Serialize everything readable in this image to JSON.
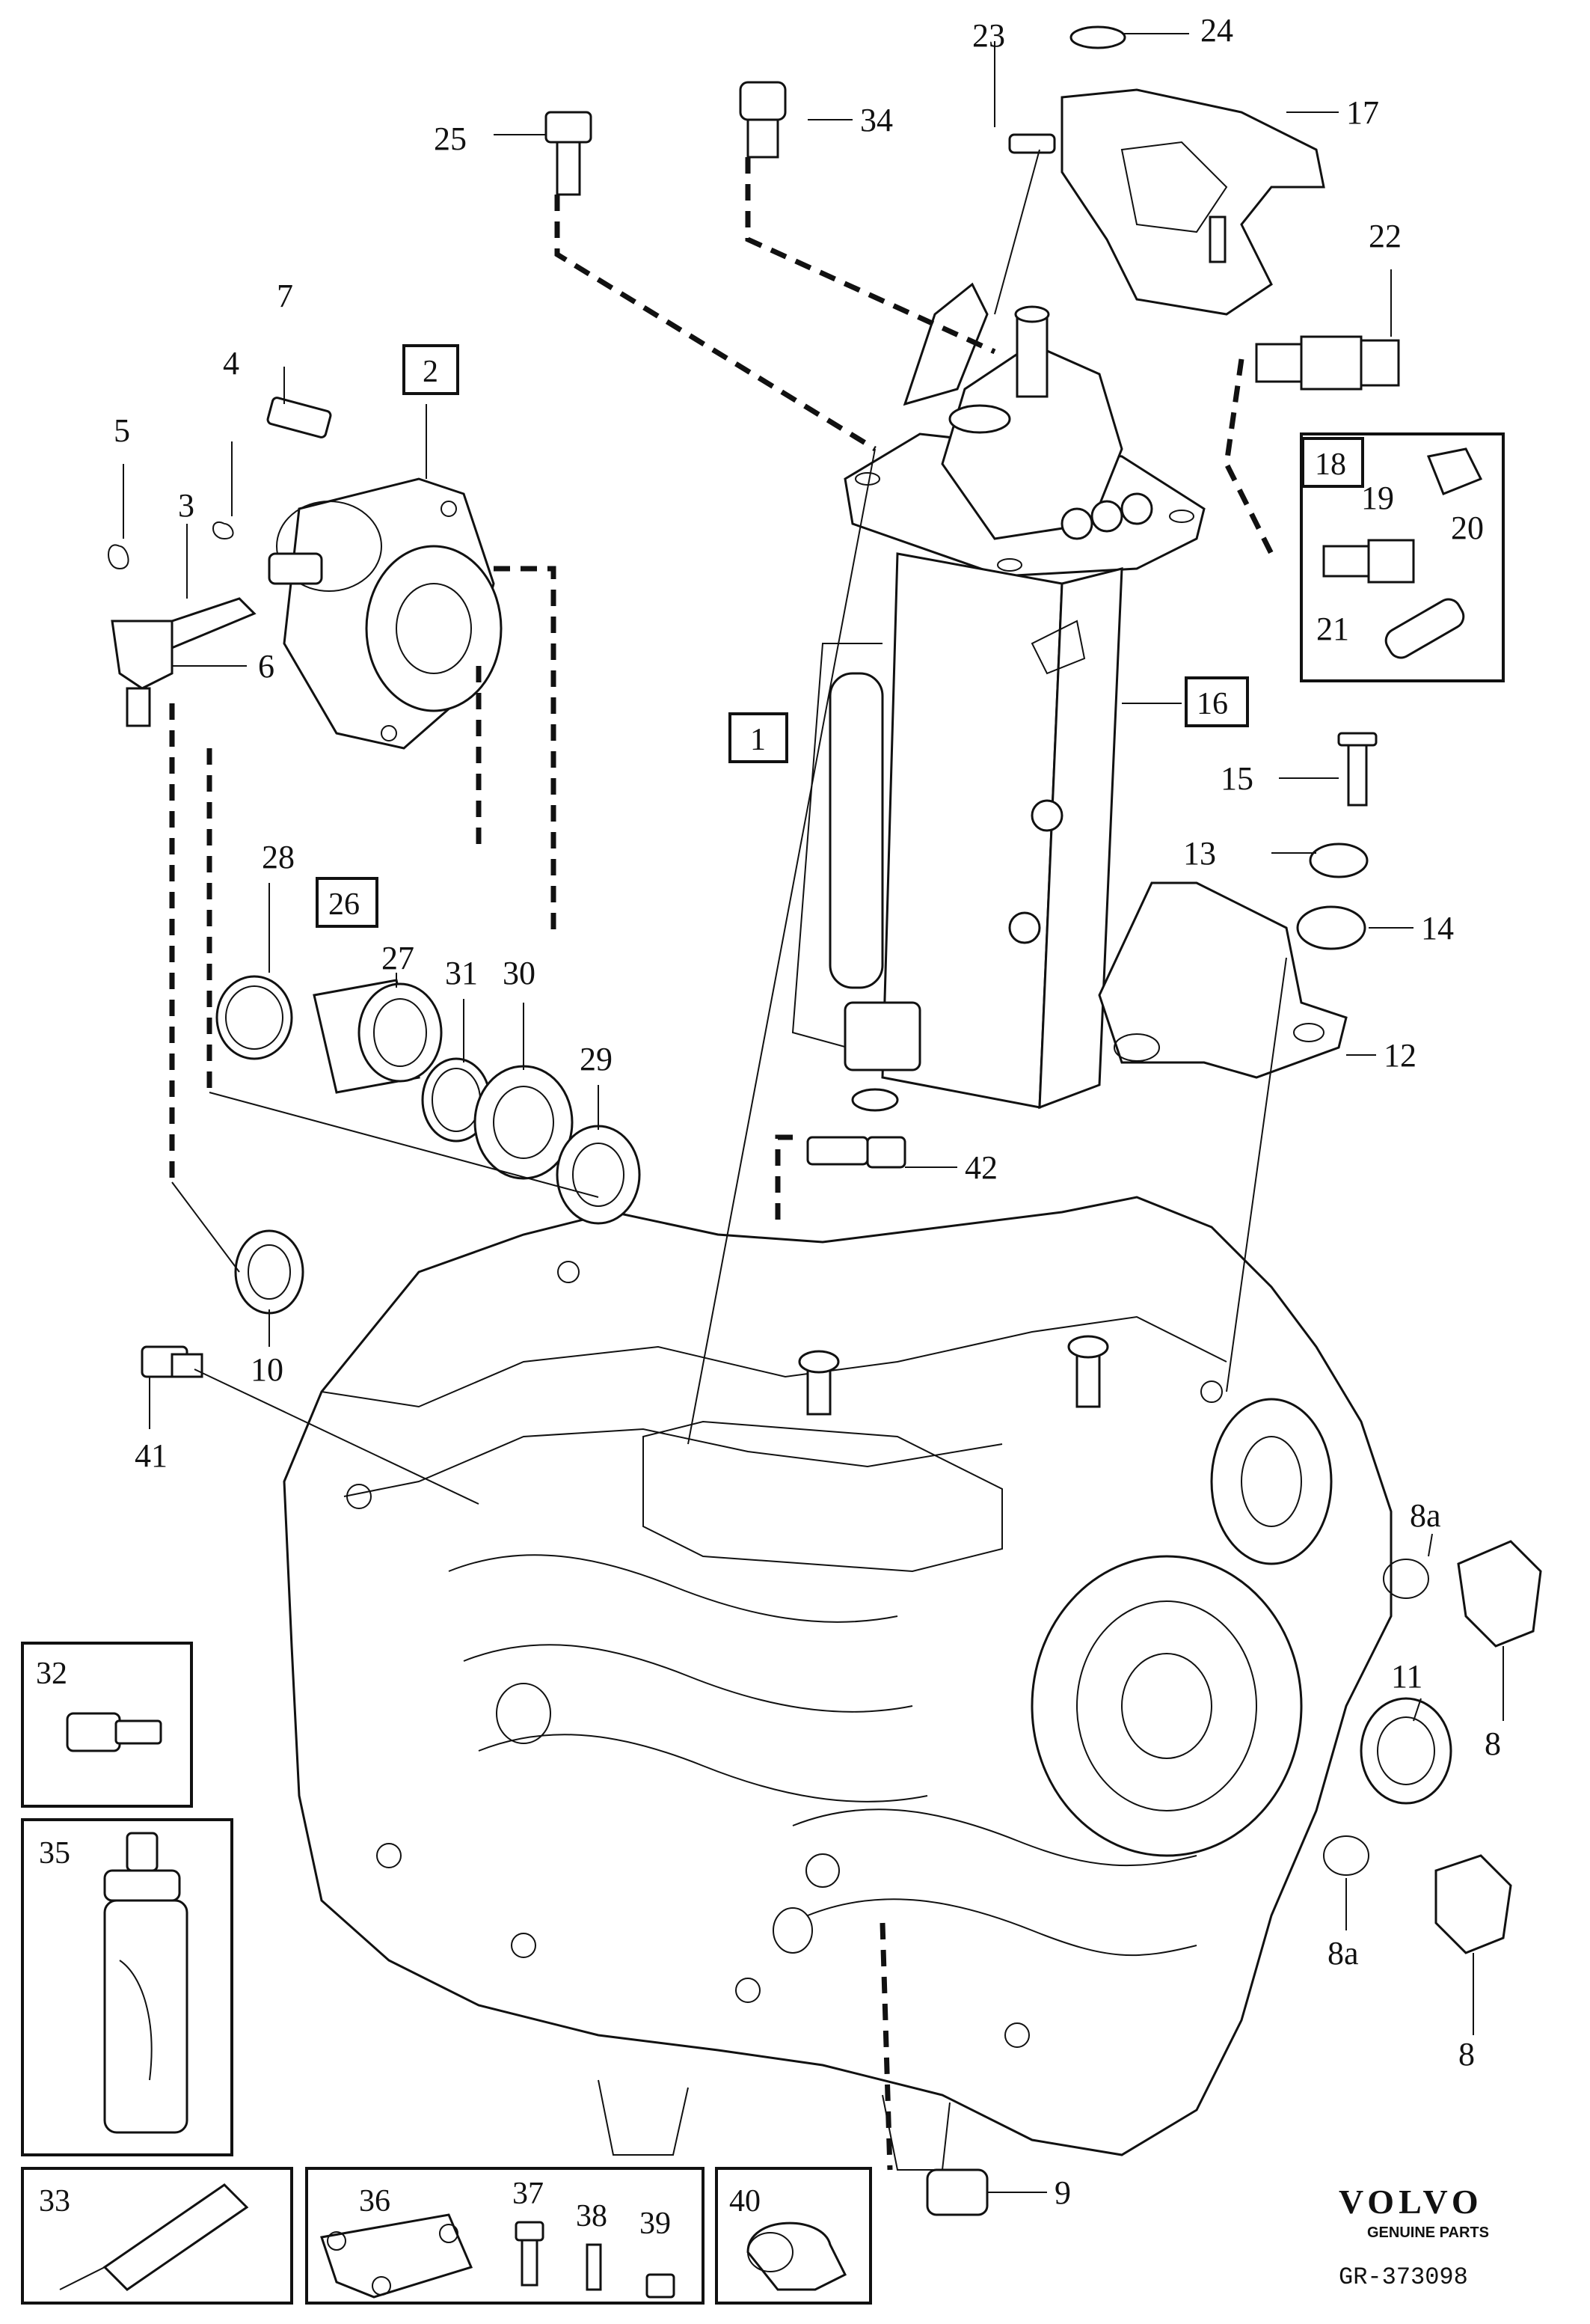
{
  "callouts": {
    "c1": "1",
    "c2": "2",
    "c3": "3",
    "c4": "4",
    "c5": "5",
    "c6": "6",
    "c7": "7",
    "c8a": "8",
    "c8b": "8",
    "c8a1": "8a",
    "c8a2": "8a",
    "c9": "9",
    "c10": "10",
    "c11": "11",
    "c12": "12",
    "c13": "13",
    "c14": "14",
    "c15": "15",
    "c16": "16",
    "c17": "17",
    "c18": "18",
    "c19": "19",
    "c20": "20",
    "c21": "21",
    "c22": "22",
    "c23": "23",
    "c24": "24",
    "c25": "25",
    "c26": "26",
    "c27": "27",
    "c28": "28",
    "c29": "29",
    "c30": "30",
    "c31": "31",
    "c32": "32",
    "c33": "33",
    "c34": "34",
    "c35": "35",
    "c36": "36",
    "c37": "37",
    "c38": "38",
    "c39": "39",
    "c40": "40",
    "c41": "41",
    "c42": "42"
  },
  "brand": {
    "name": "VOLVO",
    "tagline": "GENUINE PARTS"
  },
  "reference": "GR-373098"
}
